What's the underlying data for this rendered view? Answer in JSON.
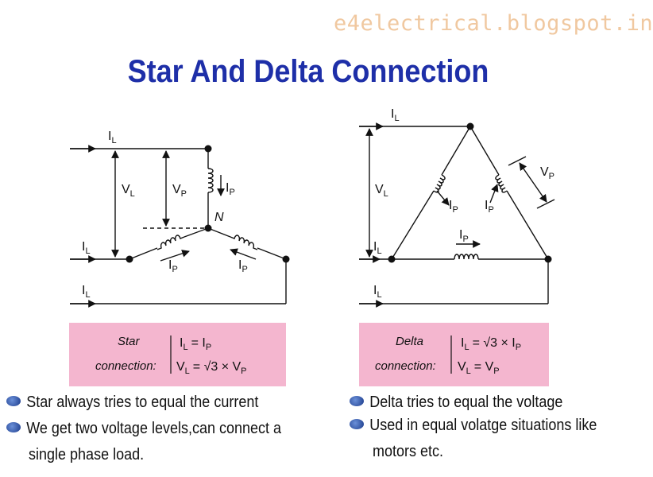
{
  "watermark": "e4electrical.blogspot.in",
  "title": "Star And Delta Connection",
  "star": {
    "labels": {
      "il": "I",
      "vl": "V",
      "vp": "V",
      "ip": "I",
      "n": "N",
      "sub_l": "L",
      "sub_p": "P"
    },
    "formula": {
      "name_line1": "Star",
      "name_line2": "connection:",
      "eq1": "Iₗ = Iₚ",
      "eq1_lhs": "I",
      "eq1_lhs_sub": "L",
      "eq1_rhs": "= I",
      "eq1_rhs_sub": "P",
      "eq2_lhs": "V",
      "eq2_lhs_sub": "L",
      "eq2_rhs": "= √3 × V",
      "eq2_rhs_sub": "P"
    }
  },
  "delta": {
    "formula": {
      "name_line1": "Delta",
      "name_line2": "connection:",
      "eq1_lhs": "I",
      "eq1_lhs_sub": "L",
      "eq1_rhs": "= √3 × I",
      "eq1_rhs_sub": "P",
      "eq2_lhs": "V",
      "eq2_lhs_sub": "L",
      "eq2_rhs": "= V",
      "eq2_rhs_sub": "P"
    }
  },
  "bullets_left": [
    "Star always tries to equal the current",
    "We get two voltage levels,can connect a",
    "single phase load."
  ],
  "bullets_right": [
    "Delta tries to equal the voltage",
    "Used in equal volatge situations like",
    "motors etc."
  ],
  "colors": {
    "title": "#1e2fa8",
    "formula_box": "#f4b6cf",
    "watermark": "#f0c8a0",
    "bullet": "#2a4fb0"
  }
}
